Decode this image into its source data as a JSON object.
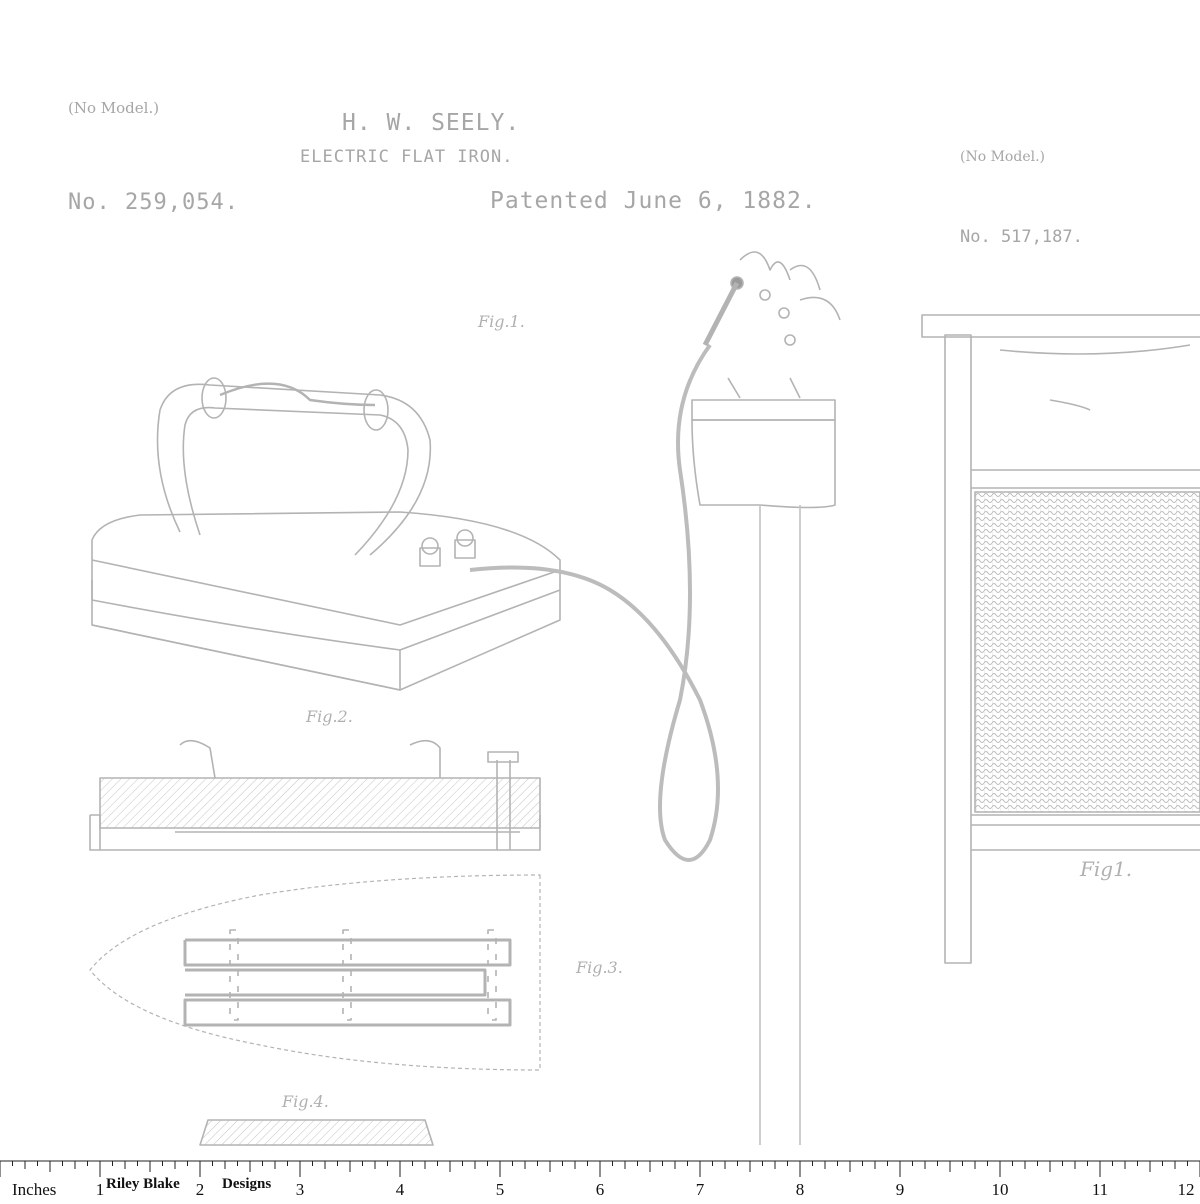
{
  "patent_left": {
    "model_note": "(No Model.)",
    "inventor": "H. W. SEELY.",
    "title": "ELECTRIC FLAT IRON.",
    "number": "No. 259,054.",
    "date": "Patented June 6, 1882.",
    "fig1": "Fig.1.",
    "fig2": "Fig.2.",
    "fig3": "Fig.3.",
    "fig4": "Fig.4."
  },
  "patent_right": {
    "model_note": "(No Model.)",
    "number": "No. 517,187.",
    "fig1": "Fig1."
  },
  "ruler": {
    "unit_label": "Inches",
    "brand_a": "Riley Blake",
    "brand_b": "Designs",
    "numbers": [
      "1",
      "2",
      "3",
      "4",
      "5",
      "6",
      "7",
      "8",
      "9",
      "10",
      "11",
      "12"
    ]
  },
  "colors": {
    "print_ink": "#a6a6a6",
    "background": "#ffffff",
    "ruler_ink": "#111111"
  }
}
